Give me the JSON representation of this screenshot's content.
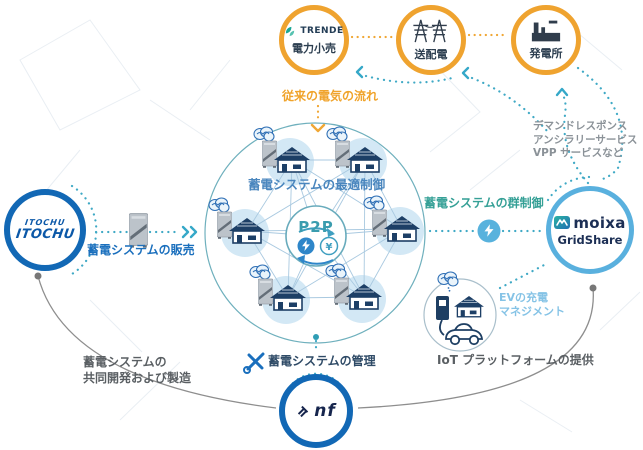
{
  "colors": {
    "accent_orange": "#efa32f",
    "accent_teal": "#3fa9c5",
    "accent_blue": "#1a6fbd",
    "brand_itochu_blue": "#0b58a8",
    "brand_nf_blue": "#1268b5",
    "brand_moixa_border": "#59b0de",
    "group_control_green": "#35a096",
    "steel_blue_text": "#4a86be",
    "ev_light_blue": "#85c3e6",
    "gray_text": "#5a5f63"
  },
  "top": {
    "trende_brand": "TRENDE",
    "trende_label": "電力小売",
    "grid_label": "送配電",
    "plant_label": "発電所",
    "flow_label": "従来の電気の流れ"
  },
  "right": {
    "services_line1": "デマンドレスポンス",
    "services_line2": "アンシラリーサービス",
    "services_line3": "VPP サービスなど",
    "group_control": "蓄電システムの群制御",
    "moixa_brand": "moixa",
    "moixa_sub": "GridShare",
    "ev_line1": "EVの充電",
    "ev_line2": "マネジメント",
    "iot_label": "IoT プラットフォームの提供"
  },
  "left": {
    "itochu_brand": "ITOCHU",
    "sales_label": "蓄電システムの販売",
    "codev_line1": "蓄電システムの",
    "codev_line2": "共同開発および製造"
  },
  "center": {
    "optimal_control": "蓄電システムの最適制御",
    "p2p": "P2P",
    "yen": "¥"
  },
  "bottom": {
    "nf_brand": "nf",
    "mgmt_label": "蓄電システムの管理"
  }
}
